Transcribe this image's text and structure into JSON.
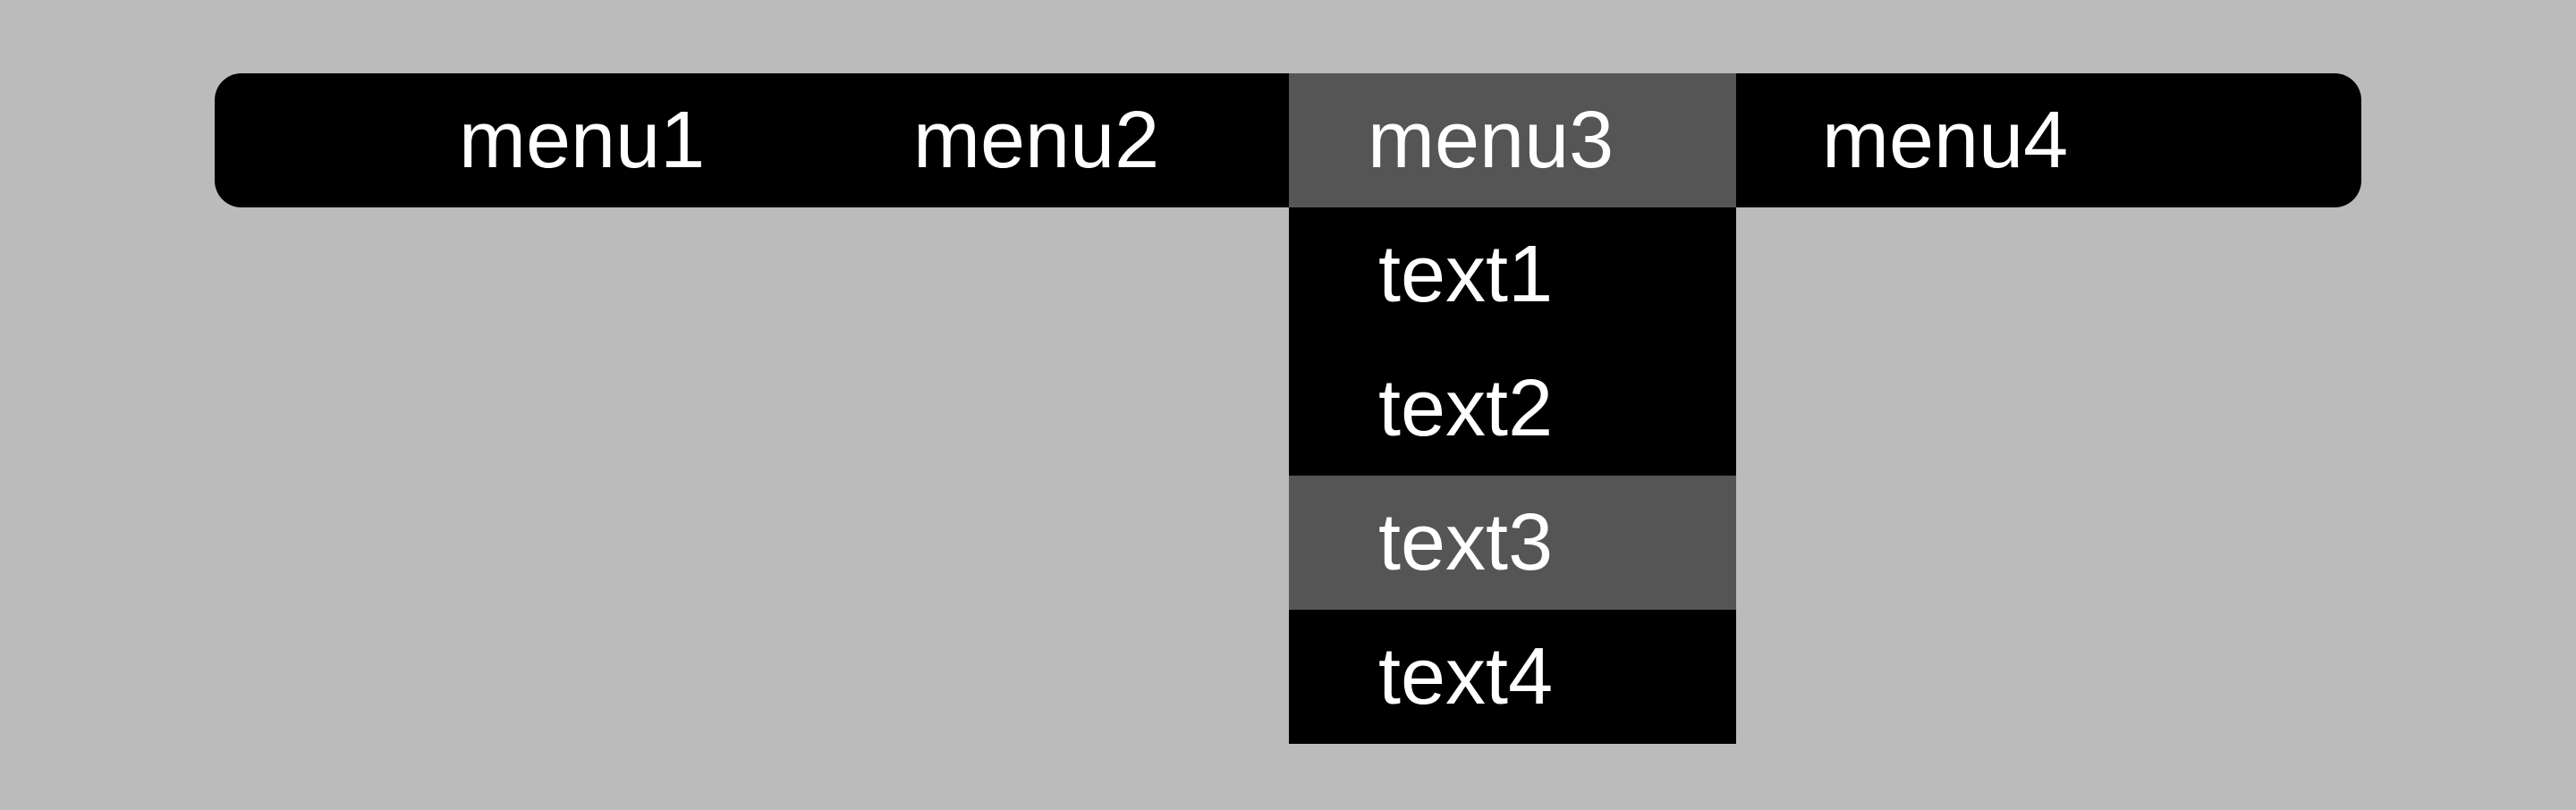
{
  "colors": {
    "page-bg": "#bbbbbb",
    "bar-bg": "#000000",
    "highlight-bg": "#555555",
    "text-color": "#ffffff"
  },
  "menubar": {
    "items": [
      {
        "label": "menu1",
        "active": false
      },
      {
        "label": "menu2",
        "active": false
      },
      {
        "label": "menu3",
        "active": true,
        "submenu": [
          {
            "label": "text1",
            "active": false
          },
          {
            "label": "text2",
            "active": false
          },
          {
            "label": "text3",
            "active": true
          },
          {
            "label": "text4",
            "active": false
          }
        ]
      },
      {
        "label": "menu4",
        "active": false
      }
    ]
  }
}
